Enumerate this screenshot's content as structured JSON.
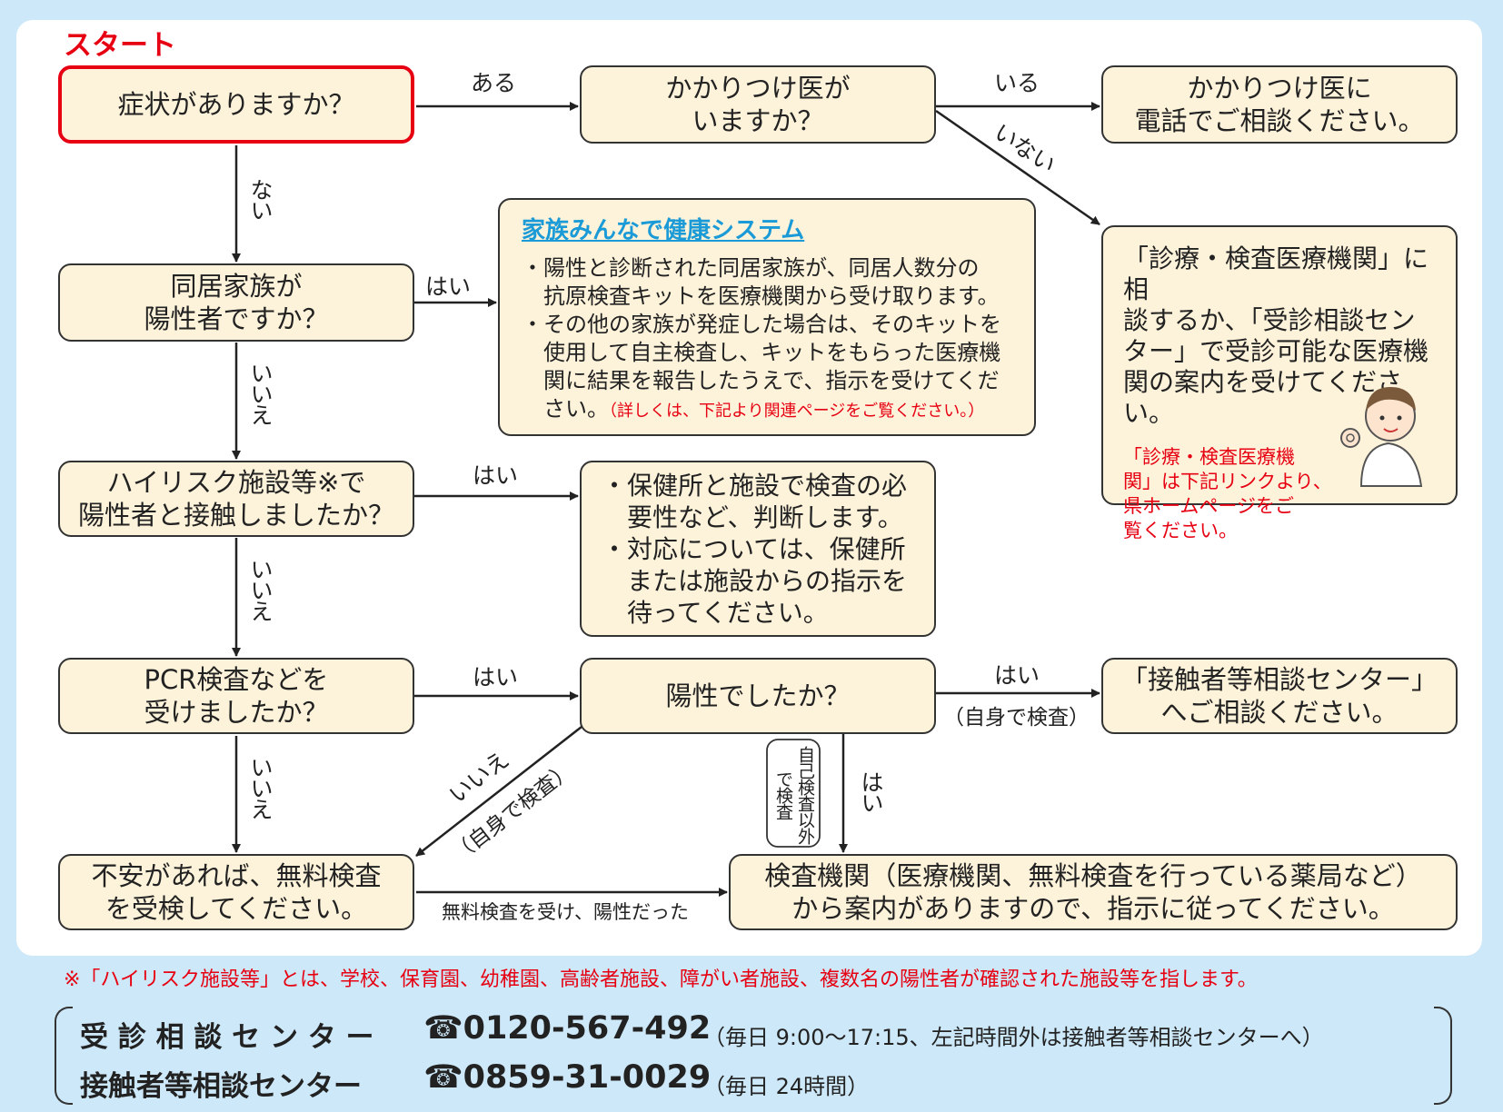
{
  "start_label": "スタート",
  "nodes": {
    "q_symptom": "症状がありますか？",
    "q_doctor": "かかりつけ医が\nいますか？",
    "a_call_doctor": "かかりつけ医に\n電話でご相談ください。",
    "q_family": "同居家族が\n陽性者ですか？",
    "family_title": "家族みんなで健康システム",
    "family_bullet1": "・陽性と診断された同居家族が、同居人数分の\n　抗原検査キットを医療機関から受け取ります。",
    "family_bullet2": "・その他の家族が発症した場合は、そのキットを\n　使用して自主検査し、キットをもらった医療機\n　関に結果を報告したうえで、指示を受けてくだ\n　さい。",
    "family_note": "（詳しくは、下記より関連ページをご覧ください。）",
    "a_consult_center": "「診療・検査医療機関」に相\n談するか、「受診相談セン\nター」で受診可能な医療機\n関の案内を受けてください。",
    "a_consult_note": "「診療・検査医療機\n関」は下記リンクより、\n県ホームページをご\n覧ください。",
    "q_highrisk": "ハイリスク施設等※で\n陽性者と接触しましたか？",
    "a_health_center": "・保健所と施設で検査の必\n　要性など、判断します。\n・対応については、保健所\n　または施設からの指示を\n　待ってください。",
    "q_pcr": "PCR検査などを\n受けましたか？",
    "q_positive": "陽性でしたか？",
    "a_contact_center": "「接触者等相談センター」\nへご相談ください。",
    "a_free_test": "不安があれば、無料検査\nを受検してください。",
    "a_testing_org": "検査機関（医療機関、無料検査を行っている薬局など）\nから案内がありますので、指示に従ってください。"
  },
  "edge_labels": {
    "aru": "ある",
    "iru": "いる",
    "inai": "いない",
    "nai": "ない",
    "hai": "はい",
    "iie": "いいえ",
    "self_test": "（自身で検査）",
    "iie_self": "いいえ",
    "self_test_paren": "（自身で検査）",
    "other_test": "自己検査以外で検査",
    "free_positive": "無料検査を受け、陽性だった"
  },
  "footnote": "※「ハイリスク施設等」とは、学校、保育園、幼稚園、高齢者施設、障がい者施設、複数名の陽性者が確認された施設等を指します。",
  "contacts": [
    {
      "name": "受 診 相 談 セ ン タ ー",
      "phone": "☎0120-567-492",
      "hours": "（毎日 9:00～17:15、左記時間外は接触者等相談センターへ）"
    },
    {
      "name": "接触者等相談センター",
      "phone": "☎0859-31-0029",
      "hours": "（毎日 24時間）"
    }
  ],
  "colors": {
    "background": "#cde8f8",
    "box_fill": "#fdf2da",
    "accent_red": "#e60012",
    "link_blue": "#1a9ad6"
  }
}
